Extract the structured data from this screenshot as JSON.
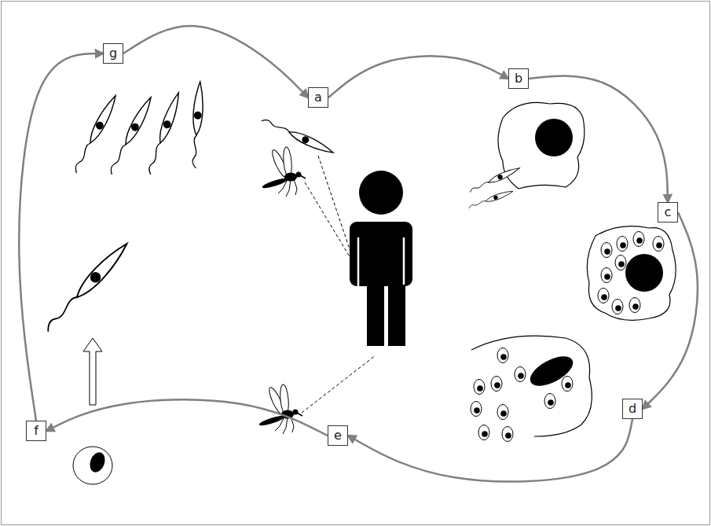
{
  "diagram": {
    "nodes": [
      {
        "text": [
          "a"
        ]
      },
      {
        "text": [
          "b"
        ]
      },
      {
        "text": [
          "c"
        ]
      },
      {
        "text": [
          "d"
        ]
      },
      {
        "text": [
          "e"
        ]
      },
      {
        "text": [
          "f"
        ]
      },
      {
        "text": [
          "g"
        ]
      }
    ],
    "edges": [
      {
        "from": 0,
        "to": 1,
        "arrow": "to"
      },
      {
        "from": 1,
        "to": 2,
        "arrow": "to"
      },
      {
        "from": 2,
        "to": 3,
        "arrow": "to"
      },
      {
        "from": 3,
        "to": 4,
        "arrow": "to"
      },
      {
        "from": 4,
        "to": 5,
        "arrow": "to"
      },
      {
        "from": 5,
        "to": 6,
        "arrow": "to"
      },
      {
        "from": 6,
        "to": 0,
        "arrow": "to"
      }
    ]
  }
}
